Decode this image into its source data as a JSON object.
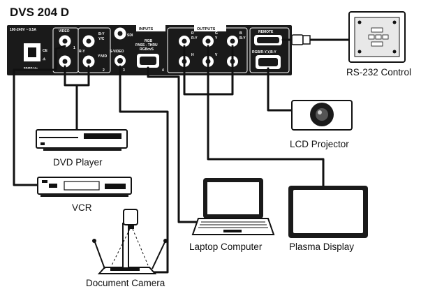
{
  "title": "DVS 204 D",
  "device_panel": {
    "sections": {
      "inputs": "INPUTS",
      "outputs": "OUTPUTS",
      "remote": "REMOTE",
      "video": "VIDEO",
      "s_video": "S-VIDEO",
      "sdi": "SDI",
      "rgb_pass_thru": [
        "RGB",
        "PASS - THRU",
        "RGBcvS"
      ],
      "rgb_out": "RGB/R-Y,Y,B-Y",
      "power_spec": "100-240V ~ 0.5A",
      "hz": "50/60 Hz"
    },
    "input_connectors": [
      "B-Y",
      "Y/C",
      "R-Y",
      "Y/VID"
    ],
    "output_connectors": [
      "R",
      "R-Y",
      "G",
      "Y",
      "B",
      "B-Y",
      "H",
      "V"
    ],
    "input_numbers": [
      "1",
      "2",
      "3",
      "4"
    ]
  },
  "devices": {
    "rs232": "RS-232 Control",
    "projector": "LCD Projector",
    "dvd": "DVD Player",
    "vcr": "VCR",
    "laptop": "Laptop Computer",
    "plasma": "Plasma Display",
    "camera": "Document Camera"
  },
  "colors": {
    "line": "#111111",
    "panel": "#1a1a1a",
    "screen": "#e8e8e8",
    "background": "#ffffff"
  }
}
